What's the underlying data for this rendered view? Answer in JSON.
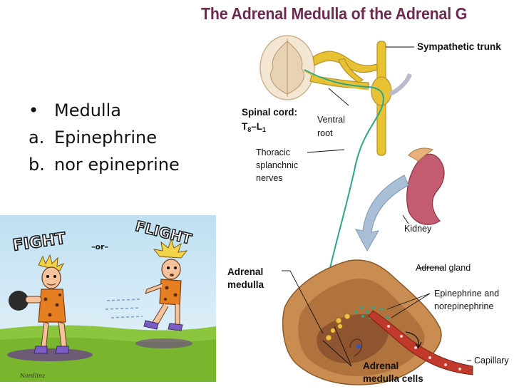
{
  "title": "The Adrenal Medulla of the Adrenal G",
  "bullets": [
    {
      "mark": "•",
      "text": "Medulla"
    },
    {
      "mark": "a.",
      "text": "Epinephrine"
    },
    {
      "mark": "b.",
      "text": "nor epineprine"
    }
  ],
  "cartoon": {
    "fight": "FIGHT",
    "or": "–or–",
    "flight": "FLIGHT",
    "signature": "Nordlinz"
  },
  "diagram": {
    "sympathetic_trunk": "Sympathetic trunk",
    "spinal_cord": "Spinal cord:",
    "levels_t": "T",
    "levels_t_sub": "8",
    "levels_dash": "–L",
    "levels_l_sub": "1",
    "ventral": "Ventral",
    "root": "root",
    "thoracic": "Thoracic",
    "splanchnic": "splanchnic",
    "nerves": "nerves",
    "kidney": "Kidney",
    "adrenal_gland": "Adrenal gland",
    "adrenal_medulla_1": "Adrenal",
    "adrenal_medulla_2": "medulla",
    "epi_1": "Epinephrine and",
    "epi_2": "norepinephrine",
    "capillary": "Capillary",
    "cells_1": "Adrenal",
    "cells_2": "medulla cells"
  },
  "colors": {
    "title": "#6e2a4f",
    "nerve": "#e8c233",
    "fiber": "#2aa88a",
    "adrenal": "#c98d52",
    "kidney": "#c25c6e",
    "capillary": "#c0392b"
  }
}
